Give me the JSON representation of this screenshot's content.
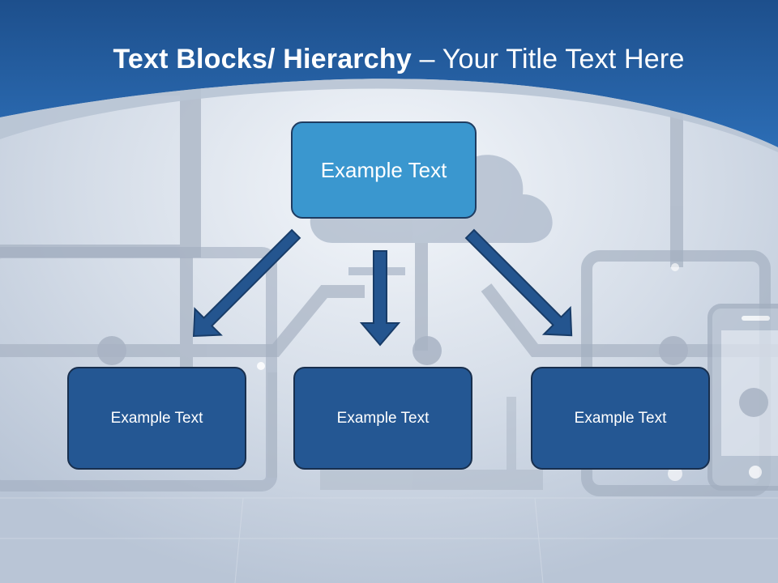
{
  "title": {
    "bold_part": "Text Blocks/ Hierarchy",
    "rest_part": " – Your Title Text Here"
  },
  "hierarchy": {
    "root": {
      "label": "Example Text"
    },
    "children": [
      {
        "label": "Example Text"
      },
      {
        "label": "Example Text"
      },
      {
        "label": "Example Text"
      }
    ]
  },
  "colors": {
    "header_blue": "#2a63a6",
    "root_box": "#3a97cf",
    "child_box": "#245793",
    "arrow": "#24558f",
    "background": "#c9d3e0"
  },
  "icons": [
    "cloud-icon",
    "laptop-icon",
    "desktop-monitor-icon",
    "tablet-icon",
    "phone-icon"
  ]
}
